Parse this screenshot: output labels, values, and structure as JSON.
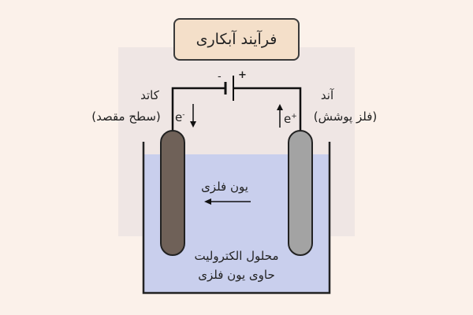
{
  "title": "فرآیند آبکاری",
  "cathode": {
    "name": "کاتد",
    "note": "(سطح مقصد)",
    "electron": "e",
    "sign": "-"
  },
  "anode": {
    "name": "آند",
    "note": "(فلز پوشش)",
    "electron": "e",
    "sign": "+"
  },
  "battery": {
    "neg": "-",
    "pos": "+"
  },
  "ion_label": "یون فلزی",
  "solution": {
    "line1": "محلول الکترولیت",
    "line2": "حاوی یون فلزی"
  },
  "colors": {
    "background": "#fbf1ea",
    "title_fill": "#f4dfc9",
    "solution": "#c9cfed",
    "cathode_rod": "#6f6158",
    "anode_rod": "#a3a3a3",
    "wire": "#111111"
  }
}
